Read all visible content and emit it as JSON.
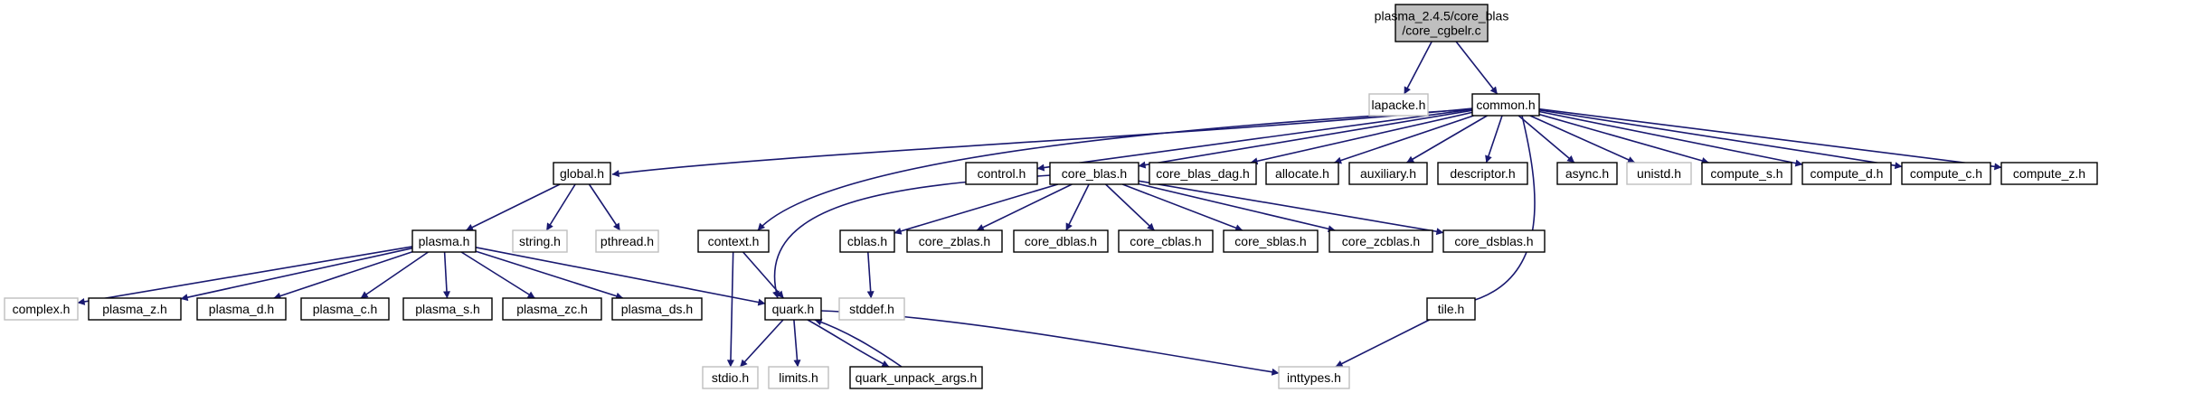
{
  "diagram": {
    "nodes": [
      {
        "id": "root",
        "label_lines": [
          "plasma_2.4.5/core_blas",
          "/core_cgbelr.c"
        ],
        "style": "root"
      },
      {
        "id": "lapacke",
        "label_lines": [
          "lapacke.h"
        ],
        "style": "external"
      },
      {
        "id": "common",
        "label_lines": [
          "common.h"
        ],
        "style": "normal"
      },
      {
        "id": "global",
        "label_lines": [
          "global.h"
        ],
        "style": "normal"
      },
      {
        "id": "control",
        "label_lines": [
          "control.h"
        ],
        "style": "normal"
      },
      {
        "id": "core_blas",
        "label_lines": [
          "core_blas.h"
        ],
        "style": "normal"
      },
      {
        "id": "core_blas_dag",
        "label_lines": [
          "core_blas_dag.h"
        ],
        "style": "normal"
      },
      {
        "id": "allocate",
        "label_lines": [
          "allocate.h"
        ],
        "style": "normal"
      },
      {
        "id": "auxiliary",
        "label_lines": [
          "auxiliary.h"
        ],
        "style": "normal"
      },
      {
        "id": "descriptor",
        "label_lines": [
          "descriptor.h"
        ],
        "style": "normal"
      },
      {
        "id": "async",
        "label_lines": [
          "async.h"
        ],
        "style": "normal"
      },
      {
        "id": "unistd",
        "label_lines": [
          "unistd.h"
        ],
        "style": "external"
      },
      {
        "id": "compute_s",
        "label_lines": [
          "compute_s.h"
        ],
        "style": "normal"
      },
      {
        "id": "compute_d",
        "label_lines": [
          "compute_d.h"
        ],
        "style": "normal"
      },
      {
        "id": "compute_c",
        "label_lines": [
          "compute_c.h"
        ],
        "style": "normal"
      },
      {
        "id": "compute_z",
        "label_lines": [
          "compute_z.h"
        ],
        "style": "normal"
      },
      {
        "id": "plasma",
        "label_lines": [
          "plasma.h"
        ],
        "style": "normal"
      },
      {
        "id": "string",
        "label_lines": [
          "string.h"
        ],
        "style": "external"
      },
      {
        "id": "pthread",
        "label_lines": [
          "pthread.h"
        ],
        "style": "external"
      },
      {
        "id": "context",
        "label_lines": [
          "context.h"
        ],
        "style": "normal"
      },
      {
        "id": "cblas",
        "label_lines": [
          "cblas.h"
        ],
        "style": "normal"
      },
      {
        "id": "core_zblas",
        "label_lines": [
          "core_zblas.h"
        ],
        "style": "normal"
      },
      {
        "id": "core_dblas",
        "label_lines": [
          "core_dblas.h"
        ],
        "style": "normal"
      },
      {
        "id": "core_cblas",
        "label_lines": [
          "core_cblas.h"
        ],
        "style": "normal"
      },
      {
        "id": "core_sblas",
        "label_lines": [
          "core_sblas.h"
        ],
        "style": "normal"
      },
      {
        "id": "core_zcblas",
        "label_lines": [
          "core_zcblas.h"
        ],
        "style": "normal"
      },
      {
        "id": "core_dsblas",
        "label_lines": [
          "core_dsblas.h"
        ],
        "style": "normal"
      },
      {
        "id": "tile",
        "label_lines": [
          "tile.h"
        ],
        "style": "normal"
      },
      {
        "id": "complex",
        "label_lines": [
          "complex.h"
        ],
        "style": "external"
      },
      {
        "id": "plasma_z",
        "label_lines": [
          "plasma_z.h"
        ],
        "style": "normal"
      },
      {
        "id": "plasma_d",
        "label_lines": [
          "plasma_d.h"
        ],
        "style": "normal"
      },
      {
        "id": "plasma_c",
        "label_lines": [
          "plasma_c.h"
        ],
        "style": "normal"
      },
      {
        "id": "plasma_s",
        "label_lines": [
          "plasma_s.h"
        ],
        "style": "normal"
      },
      {
        "id": "plasma_zc",
        "label_lines": [
          "plasma_zc.h"
        ],
        "style": "normal"
      },
      {
        "id": "plasma_ds",
        "label_lines": [
          "plasma_ds.h"
        ],
        "style": "normal"
      },
      {
        "id": "quark",
        "label_lines": [
          "quark.h"
        ],
        "style": "normal"
      },
      {
        "id": "stddef",
        "label_lines": [
          "stddef.h"
        ],
        "style": "external"
      },
      {
        "id": "stdio",
        "label_lines": [
          "stdio.h"
        ],
        "style": "external"
      },
      {
        "id": "limits",
        "label_lines": [
          "limits.h"
        ],
        "style": "external"
      },
      {
        "id": "quark_unpack_args",
        "label_lines": [
          "quark_unpack_args.h"
        ],
        "style": "normal"
      },
      {
        "id": "inttypes",
        "label_lines": [
          "inttypes.h"
        ],
        "style": "external"
      }
    ],
    "edges": [
      [
        "root",
        "lapacke"
      ],
      [
        "root",
        "common"
      ],
      [
        "common",
        "global"
      ],
      [
        "common",
        "control"
      ],
      [
        "common",
        "core_blas"
      ],
      [
        "common",
        "core_blas_dag"
      ],
      [
        "common",
        "allocate"
      ],
      [
        "common",
        "auxiliary"
      ],
      [
        "common",
        "descriptor"
      ],
      [
        "common",
        "async"
      ],
      [
        "common",
        "unistd"
      ],
      [
        "common",
        "compute_s"
      ],
      [
        "common",
        "compute_d"
      ],
      [
        "common",
        "compute_c"
      ],
      [
        "common",
        "compute_z"
      ],
      [
        "common",
        "context"
      ],
      [
        "common",
        "tile"
      ],
      [
        "global",
        "plasma"
      ],
      [
        "global",
        "string"
      ],
      [
        "global",
        "pthread"
      ],
      [
        "plasma",
        "complex"
      ],
      [
        "plasma",
        "plasma_z"
      ],
      [
        "plasma",
        "plasma_d"
      ],
      [
        "plasma",
        "plasma_c"
      ],
      [
        "plasma",
        "plasma_s"
      ],
      [
        "plasma",
        "plasma_zc"
      ],
      [
        "plasma",
        "plasma_ds"
      ],
      [
        "plasma",
        "quark"
      ],
      [
        "core_blas",
        "cblas"
      ],
      [
        "core_blas",
        "core_zblas"
      ],
      [
        "core_blas",
        "core_dblas"
      ],
      [
        "core_blas",
        "core_cblas"
      ],
      [
        "core_blas",
        "core_sblas"
      ],
      [
        "core_blas",
        "core_zcblas"
      ],
      [
        "core_blas",
        "core_dsblas"
      ],
      [
        "core_blas",
        "quark"
      ],
      [
        "context",
        "quark"
      ],
      [
        "context",
        "stdio"
      ],
      [
        "cblas",
        "stddef"
      ],
      [
        "quark",
        "stdio"
      ],
      [
        "quark",
        "limits"
      ],
      [
        "quark",
        "quark_unpack_args"
      ],
      [
        "quark",
        "inttypes"
      ],
      [
        "quark_unpack_args",
        "quark"
      ],
      [
        "tile",
        "inttypes"
      ]
    ],
    "colors": {
      "edge": "#191970",
      "node_border": "#000000",
      "external_border": "#bfbfbf",
      "root_fill": "#bfbfbf",
      "node_fill": "#ffffff",
      "text": "#000000"
    }
  }
}
